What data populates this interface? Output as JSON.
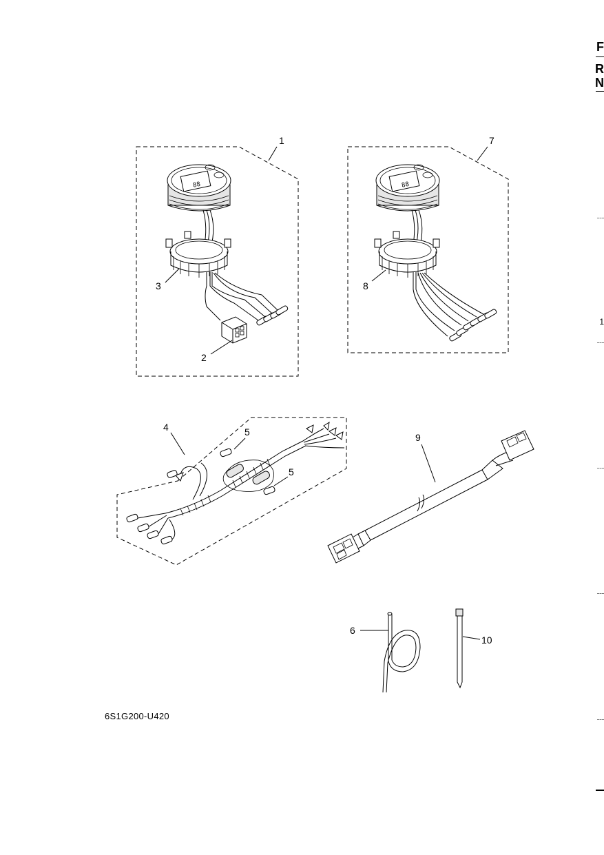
{
  "page": {
    "figure_code": "6S1G200-U420",
    "side_tabs": [
      "F",
      "R",
      "N"
    ],
    "side_number": "1"
  },
  "callouts": {
    "c1": "1",
    "c2": "2",
    "c3": "3",
    "c4": "4",
    "c5a": "5",
    "c5b": "5",
    "c6": "6",
    "c7": "7",
    "c8": "8",
    "c9": "9",
    "c10": "10"
  },
  "parts": [
    {
      "ref": "1",
      "icon": "digital-gauge-assembly-icon"
    },
    {
      "ref": "2",
      "icon": "connector-icon"
    },
    {
      "ref": "3",
      "icon": "locking-ring-icon"
    },
    {
      "ref": "4",
      "icon": "wire-harness-icon"
    },
    {
      "ref": "5",
      "icon": "terminal-cap-icon"
    },
    {
      "ref": "6",
      "icon": "hose-icon"
    },
    {
      "ref": "7",
      "icon": "digital-gauge-assembly-icon"
    },
    {
      "ref": "8",
      "icon": "locking-ring-icon"
    },
    {
      "ref": "9",
      "icon": "extension-cable-icon"
    },
    {
      "ref": "10",
      "icon": "cable-tie-icon"
    }
  ]
}
